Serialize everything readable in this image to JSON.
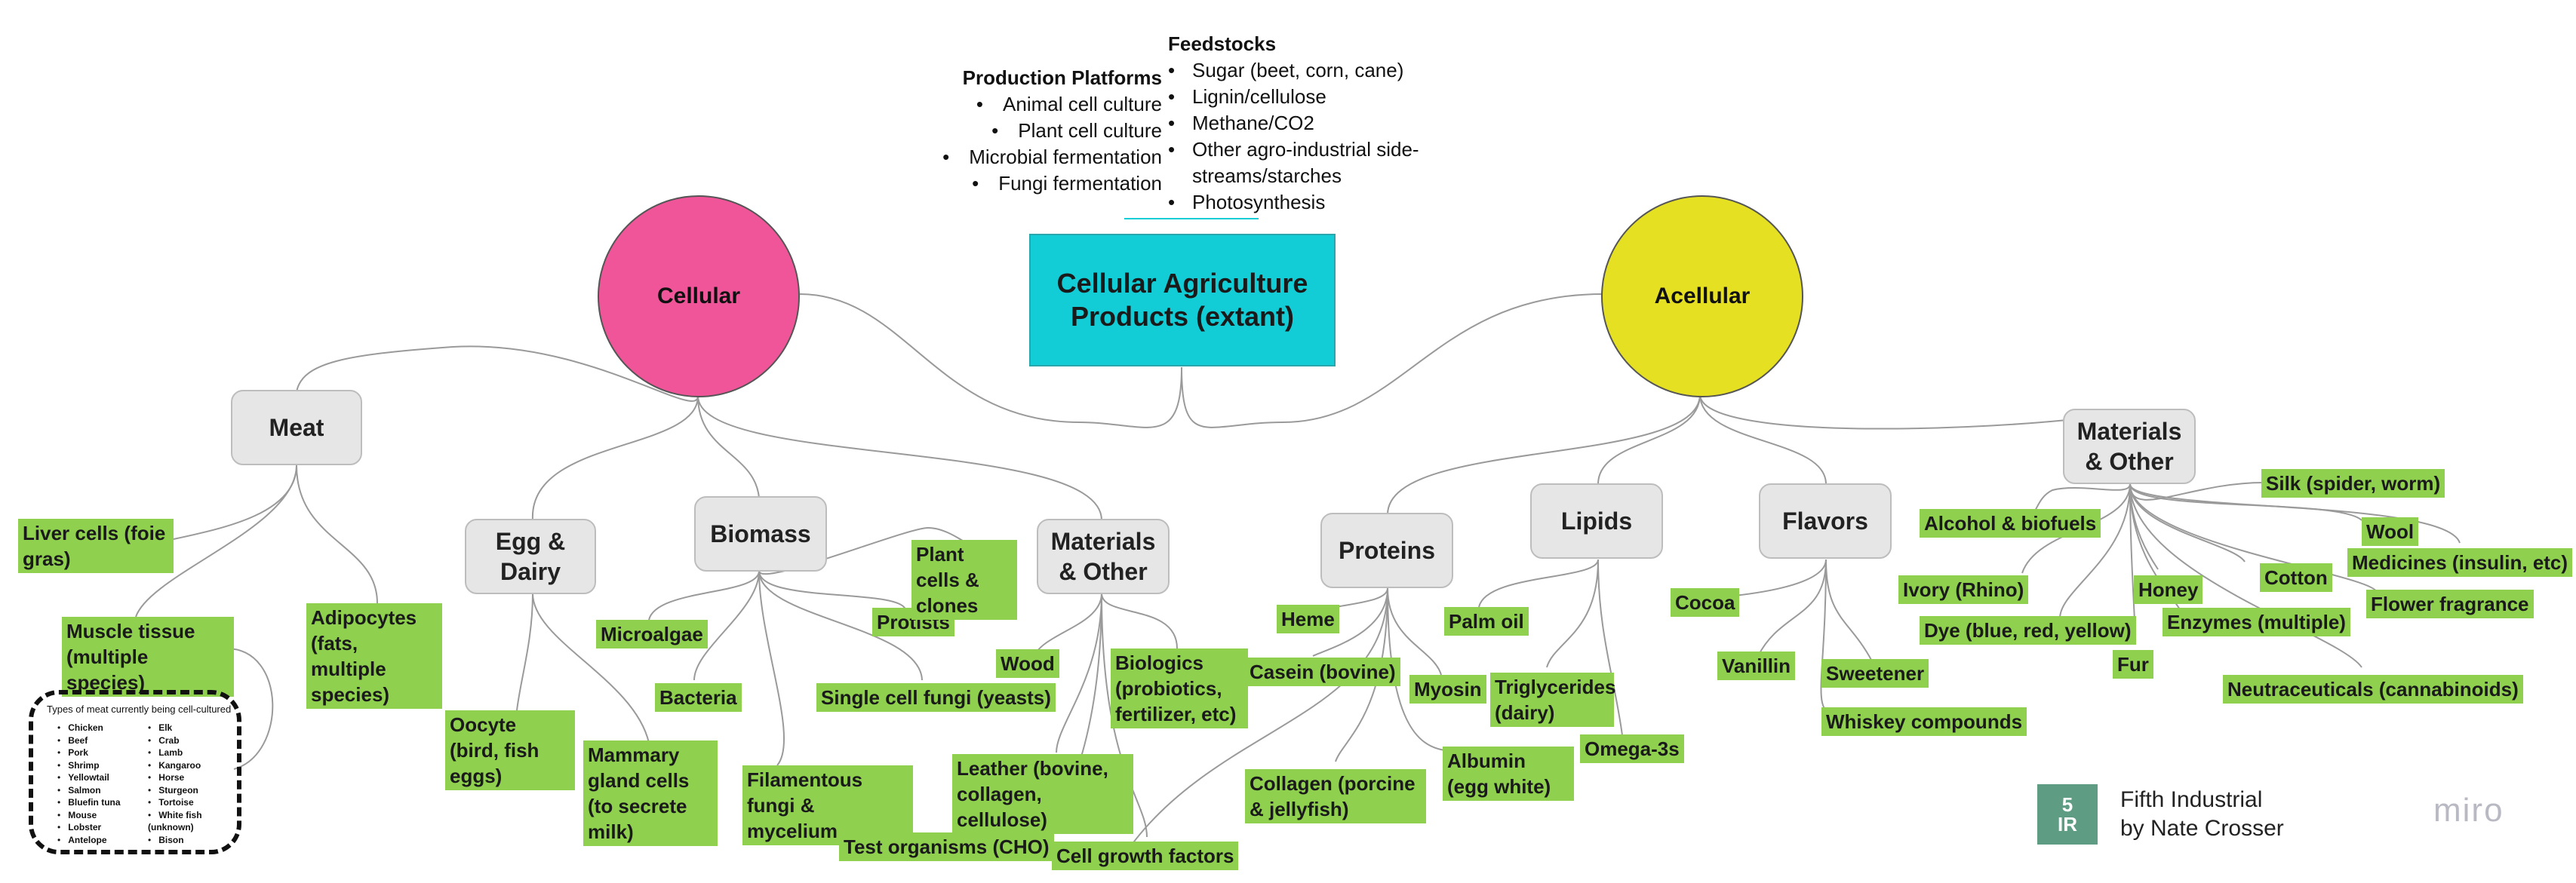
{
  "title": "Cellular Agriculture Products (extant)",
  "root_color": "#12ccd6",
  "leaf_color": "#8fd14f",
  "categories": {
    "cellular": {
      "label": "Cellular",
      "color": "#ef5598"
    },
    "acellular": {
      "label": "Acellular",
      "color": "#e6e022"
    }
  },
  "production_platforms": {
    "heading": "Production Platforms",
    "items": [
      "Animal cell culture",
      "Plant cell culture",
      "Microbial fermentation",
      "Fungi fermentation"
    ]
  },
  "feedstocks": {
    "heading": "Feedstocks",
    "items": [
      "Sugar (beet, corn, cane)",
      "Lignin/cellulose",
      "Methane/CO2",
      "Other agro-industrial side-streams/starches",
      "Photosynthesis"
    ]
  },
  "groups": {
    "meat": "Meat",
    "egg_dairy": "Egg & Dairy",
    "biomass": "Biomass",
    "materials_cell": "Materials & Other",
    "proteins": "Proteins",
    "lipids": "Lipids",
    "flavors": "Flavors",
    "materials_acell": "Materials & Other"
  },
  "leaves": {
    "meat": [
      "Liver cells (foie gras)",
      "Muscle tissue (multiple species)",
      "Adipocytes (fats, multiple species)"
    ],
    "egg_dairy": [
      "Oocyte (bird, fish eggs)",
      "Mammary gland cells (to secrete milk)"
    ],
    "biomass": [
      "Microalgae",
      "Bacteria",
      "Filamentous fungi & mycelium",
      "Single cell fungi (yeasts)",
      "Protists",
      "Plant cells & clones"
    ],
    "materials_cell": [
      "Wood",
      "Biologics (probiotics, fertilizer, etc)",
      "Leather (bovine, collagen, cellulose)",
      "Test organisms (CHO)",
      "Cell growth factors"
    ],
    "proteins": [
      "Heme",
      "Casein (bovine)",
      "Myosin",
      "Collagen (porcine & jellyfish)",
      "Albumin (egg white)"
    ],
    "lipids": [
      "Palm oil",
      "Triglycerides (dairy)",
      "Omega-3s"
    ],
    "flavors": [
      "Cocoa",
      "Vanillin",
      "Sweetener",
      "Whiskey compounds"
    ],
    "materials_acell": [
      "Alcohol & biofuels",
      "Ivory (Rhino)",
      "Dye (blue, red, yellow)",
      "Fur",
      "Honey",
      "Enzymes (multiple)",
      "Cotton",
      "Wool",
      "Medicines (insulin, etc)",
      "Flower fragrance",
      "Silk (spider, worm)",
      "Neutraceuticals (cannabinoids)"
    ]
  },
  "meat_types": {
    "title": "Types of meat currently being cell-cultured",
    "col1": [
      "Chicken",
      "Beef",
      "Pork",
      "Shrimp",
      "Yellowtail",
      "Salmon",
      "Bluefin tuna",
      "Mouse",
      "Lobster",
      "Antelope"
    ],
    "col2": [
      "Elk",
      "Crab",
      "Lamb",
      "Kangaroo",
      "Horse",
      "Sturgeon",
      "Tortoise",
      "White fish (unknown)",
      "Bison"
    ]
  },
  "brand": {
    "logo_top": "5",
    "logo_bottom": "IR",
    "line1": "Fifth Industrial",
    "line2": "by Nate Crosser"
  },
  "watermark": "miro"
}
